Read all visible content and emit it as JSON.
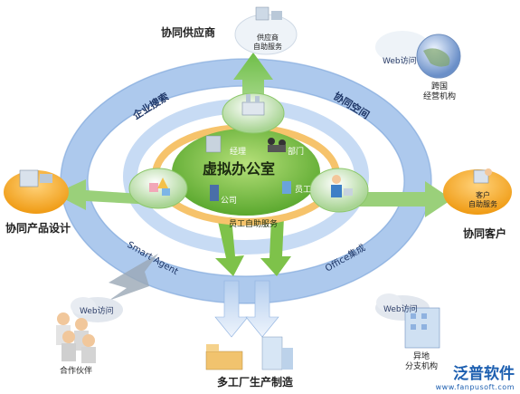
{
  "diagram": {
    "center_title": "虚拟办公室",
    "inner_labels": {
      "manager": "经理",
      "department": "部门",
      "company": "公司",
      "employee": "员工"
    },
    "inner_bottom": "员工自助服务",
    "ring_labels": {
      "enterprise_search": "企业搜索",
      "collab_space": "协同空间",
      "smart_agent": "Smart Agent",
      "office_integration": "Office集成"
    },
    "nodes": {
      "supplier_collab": "协同供应商",
      "supplier_self": [
        "供应商",
        "自助服务"
      ],
      "product_design": "协同产品设计",
      "customer_collab": "协同客户",
      "customer_self": [
        "客户",
        "自助服务"
      ],
      "cross_border": [
        "跨国",
        "经营机构"
      ],
      "partner": "合作伙伴",
      "factory": "多工厂生产制造",
      "branch": [
        "异地",
        "分支机构"
      ]
    },
    "web_access": "Web访问",
    "colors": {
      "ring": "#a9c6ec",
      "ring_dark": "#6d98d2",
      "green": "#7ec24a",
      "orange": "#f4a524",
      "arrow_green": "#8cc76a"
    }
  },
  "brand": {
    "name": "泛普软件",
    "url": "www.fanpusoft.com"
  }
}
